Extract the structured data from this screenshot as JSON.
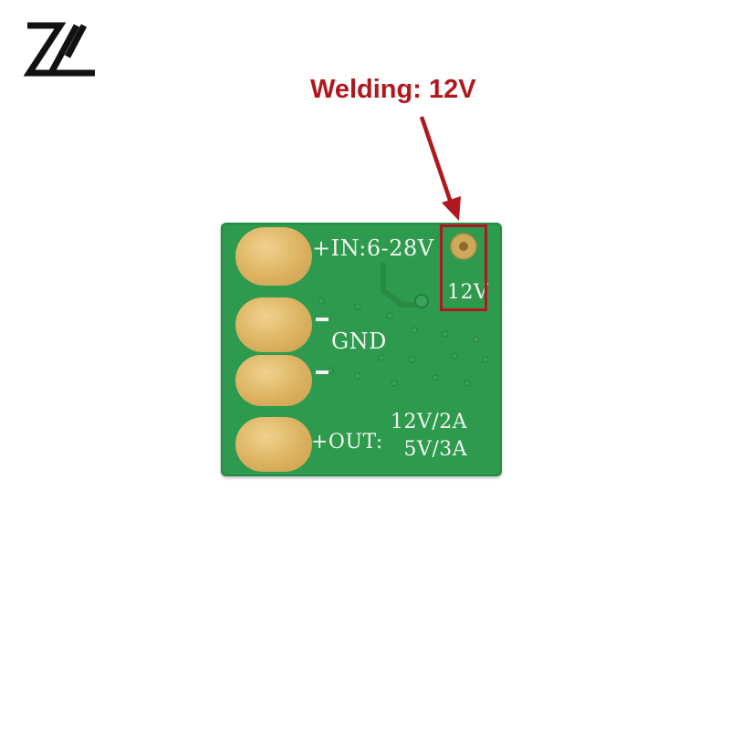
{
  "logo": {
    "icon": "zl-logo-icon",
    "color": "#111111"
  },
  "callout": {
    "text": "Welding: 12V",
    "color": "#b0181d"
  },
  "board": {
    "color": "#2d9a4e",
    "pad_color": "#dcb260",
    "silkscreen_color": "#f3f5f0",
    "labels": {
      "input": "+IN:6-28V",
      "ground": "GND",
      "output": "+OUT:",
      "rating_12v": "12V/2A",
      "rating_5v": "5V/3A",
      "jumper": "12V"
    }
  }
}
